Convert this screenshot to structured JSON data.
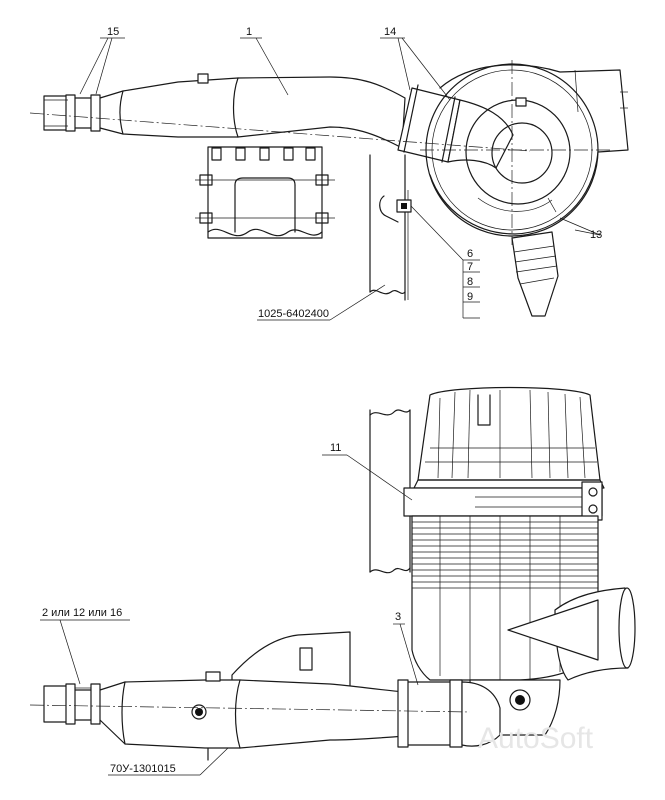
{
  "callouts": {
    "c15": "15",
    "c1": "1",
    "c14": "14",
    "c13": "13",
    "c6": "6",
    "c7": "7",
    "c8": "8",
    "c9": "9",
    "part_bracket": "1025-6402400",
    "c11": "11",
    "c3": "3",
    "c_alt": "2 или 12 или 16",
    "part_pipe": "70У-1301015"
  },
  "watermark": "AutoSoft"
}
